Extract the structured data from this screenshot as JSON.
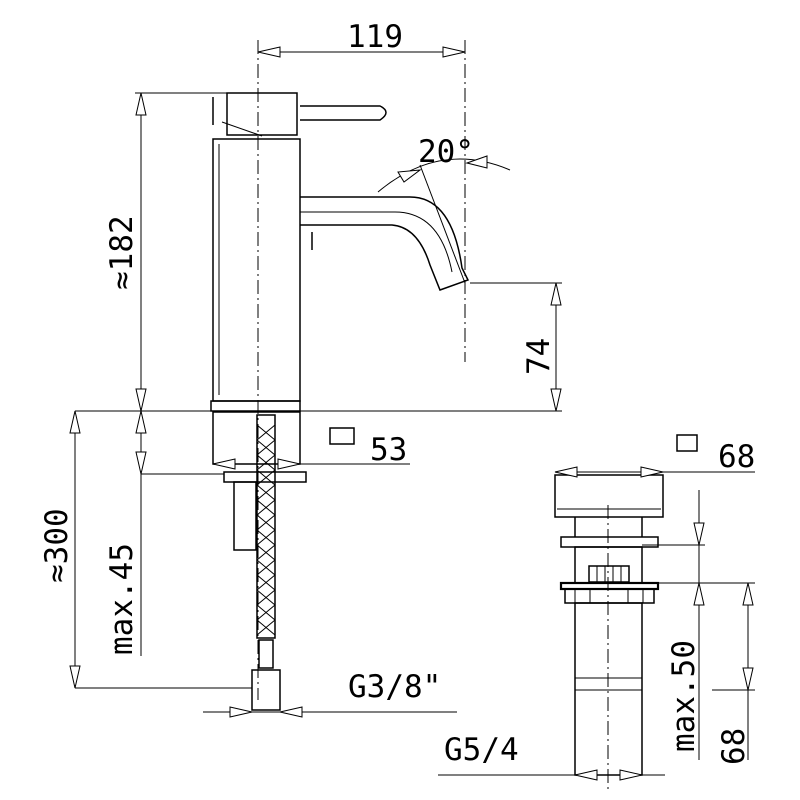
{
  "dimensions": {
    "spout_reach": "119",
    "height_total": "≈182",
    "spout_height": "74",
    "spout_angle": "20°",
    "body_square": "53",
    "hose_length": "≈300",
    "max_deck": "max.45",
    "inlet_thread": "G3/8\"",
    "waste_square": "68",
    "waste_max": "max.50",
    "waste_length": "68",
    "waste_thread": "G5/4"
  },
  "symbols": {
    "square_symbol": "square-section-symbol"
  }
}
